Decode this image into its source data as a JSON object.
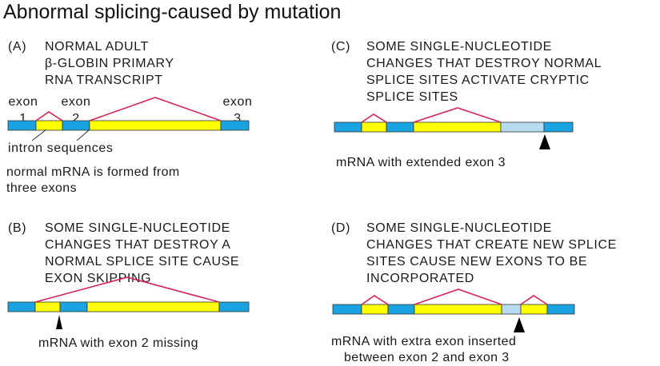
{
  "title": "Abnormal splicing-caused by mutation",
  "colors": {
    "exon": "#1aa3e0",
    "intron": "#ffff00",
    "cryptic": "#b7dcef",
    "splice_line": "#d6245a",
    "outline": "#333333",
    "marker": "#000000"
  },
  "panels": {
    "A": {
      "label": "(A)",
      "heading": [
        "NORMAL ADULT",
        "β-GLOBIN PRIMARY",
        "RNA TRANSCRIPT"
      ],
      "exon_labels": [
        {
          "word": "exon",
          "num": "1"
        },
        {
          "word": "exon",
          "num": "2"
        },
        {
          "word": "exon",
          "num": "3"
        }
      ],
      "intron_label": "intron sequences",
      "caption": [
        "normal mRNA is formed from",
        "three exons"
      ]
    },
    "B": {
      "label": "(B)",
      "heading": [
        "SOME SINGLE-NUCLEOTIDE",
        "CHANGES THAT DESTROY A",
        "NORMAL SPLICE SITE CAUSE",
        "EXON SKIPPING"
      ],
      "caption": [
        "mRNA with exon 2 missing"
      ]
    },
    "C": {
      "label": "(C)",
      "heading": [
        "SOME SINGLE-NUCLEOTIDE",
        "CHANGES THAT DESTROY NORMAL",
        "SPLICE SITES ACTIVATE CRYPTIC",
        "SPLICE SITES"
      ],
      "caption": [
        "mRNA with extended exon 3"
      ]
    },
    "D": {
      "label": "(D)",
      "heading": [
        "SOME SINGLE-NUCLEOTIDE",
        "CHANGES THAT CREATE NEW SPLICE",
        "SITES CAUSE NEW EXONS TO BE",
        "INCORPORATED"
      ],
      "caption": [
        "mRNA with extra exon inserted",
        "between exon 2 and exon 3"
      ]
    }
  }
}
